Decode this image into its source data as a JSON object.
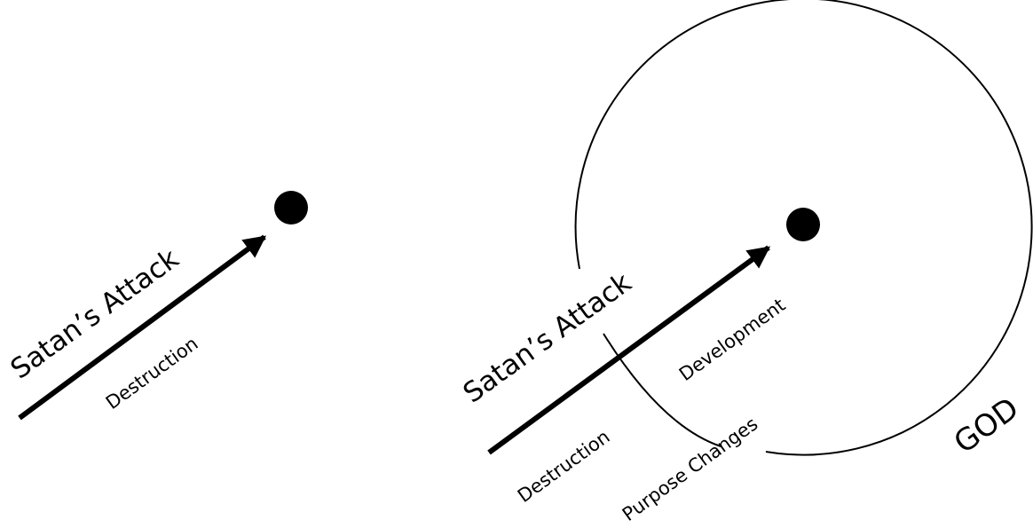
{
  "colors": {
    "background": "#ffffff",
    "ink": "#000000"
  },
  "left_panel": {
    "attack_label": "Satan’s Attack",
    "destruction_label": "Destruction"
  },
  "right_panel": {
    "attack_label": "Satan’s Attack",
    "destruction_label": "Destruction",
    "development_label": "Development",
    "purpose_label": "Purpose Changes",
    "god_label": "GOD"
  }
}
